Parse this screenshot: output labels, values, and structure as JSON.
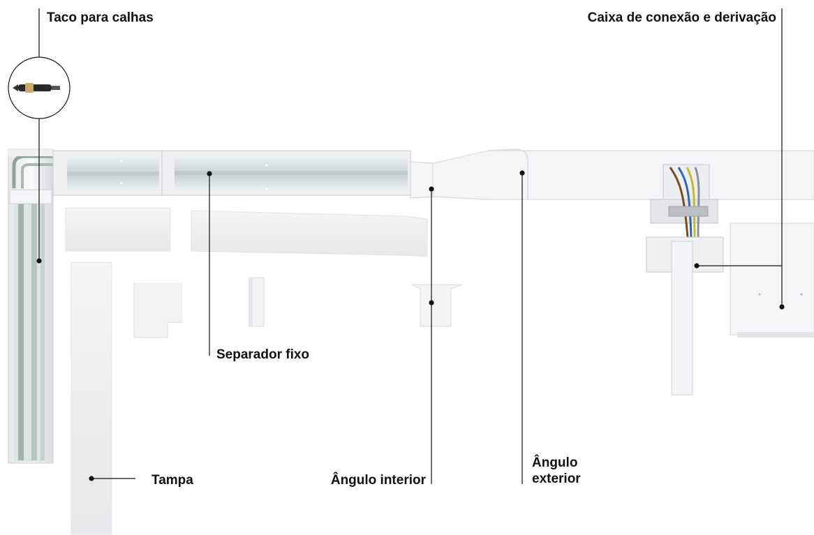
{
  "labels": {
    "taco_para_calhas": "Taco para calhas",
    "caixa_de_conexao": "Caixa de conexão e derivação",
    "separador_fixo": "Separador fixo",
    "tampa": "Tampa",
    "angulo_interior": "Ângulo interior",
    "angulo_exterior_line1": "Ângulo",
    "angulo_exterior_line2": "exterior"
  },
  "colors": {
    "background": "#ffffff",
    "trunking_white": "#f1f3f4",
    "trunking_shade": "#d3d8db",
    "channel_green": "#9fb3a8",
    "leader_line": "#111111",
    "wire_brown": "#7a4a22",
    "wire_blue": "#2e63b8",
    "wire_yellow_green": "#c9b92e",
    "wire_grey": "#8a8f96"
  }
}
